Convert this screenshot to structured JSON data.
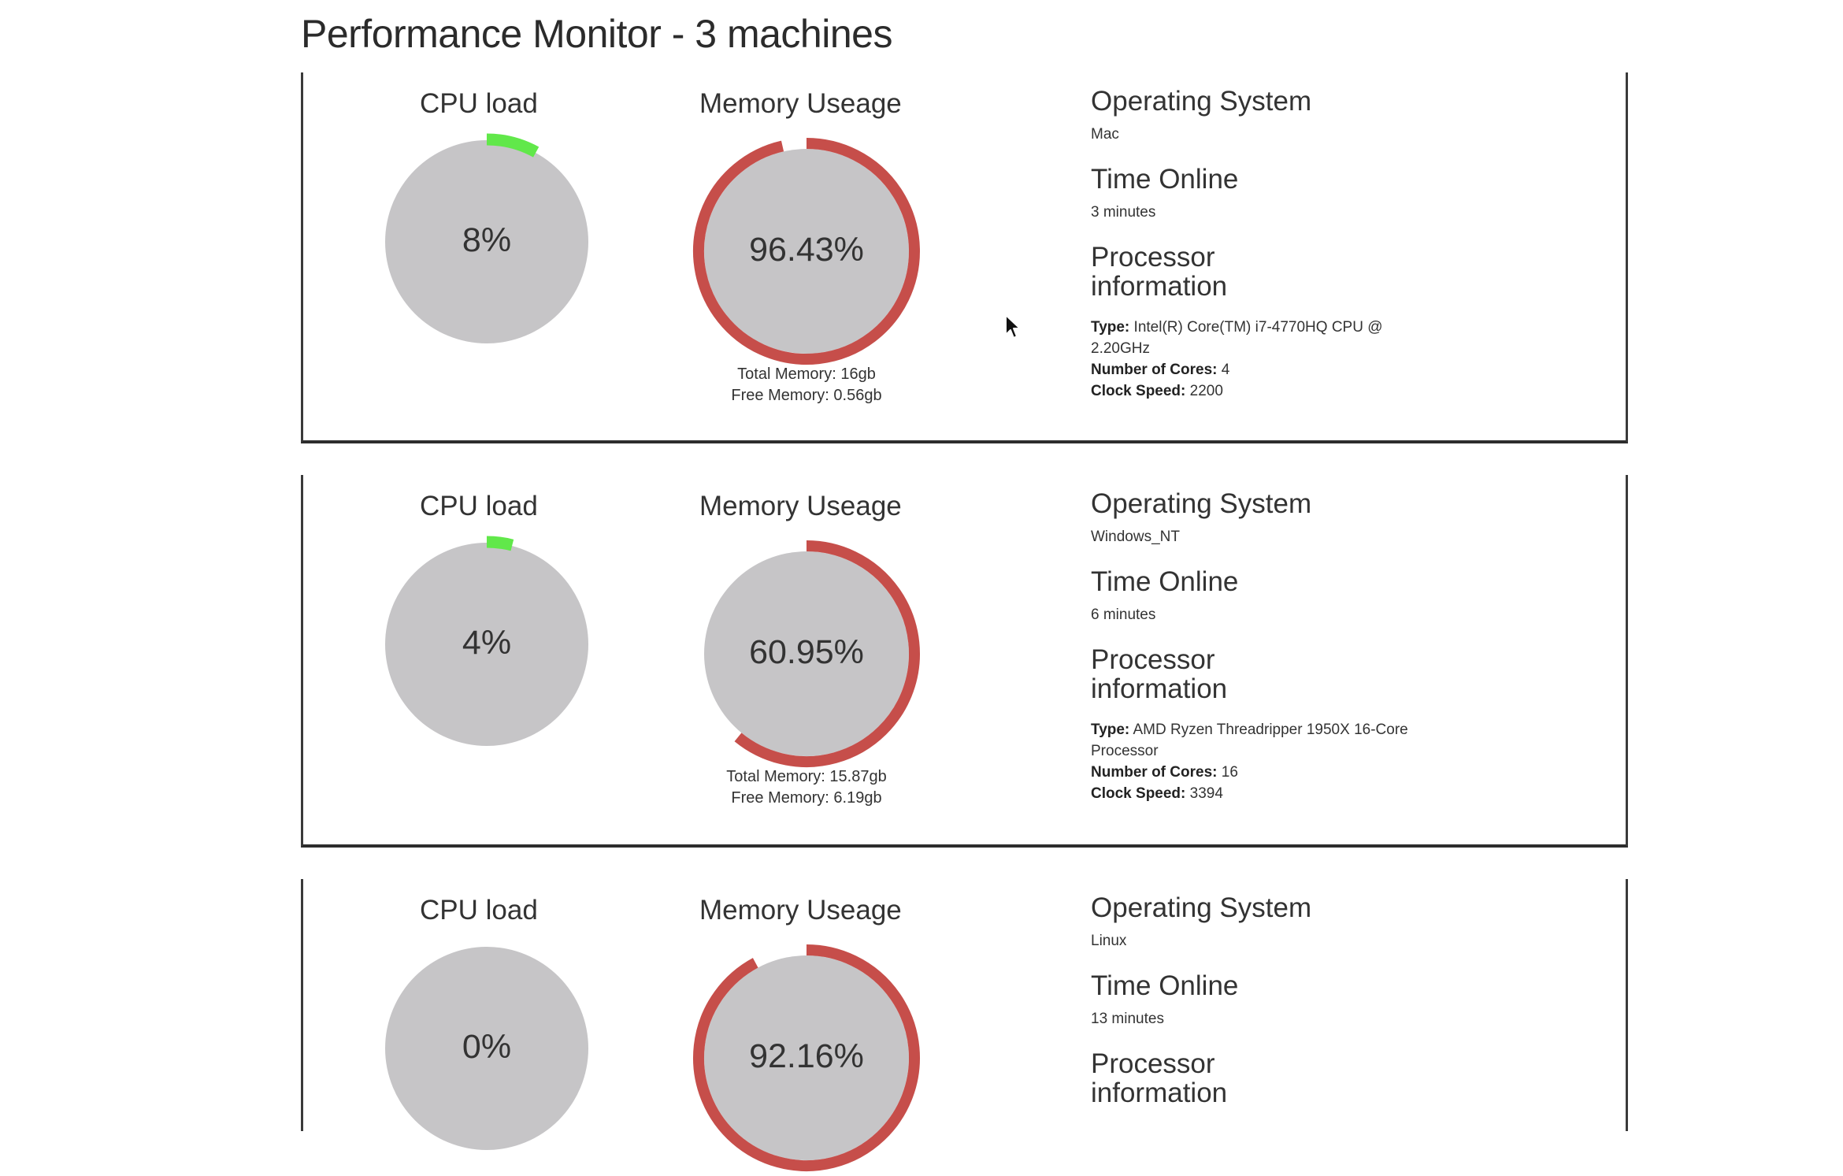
{
  "page": {
    "title": "Performance Monitor - 3 machines"
  },
  "labels": {
    "cpu_load": "CPU load",
    "memory_usage": "Memory Useage",
    "operating_system": "Operating System",
    "time_online": "Time Online",
    "processor_info": "Processor information",
    "type_label": "Type:",
    "cores_label": "Number of Cores:",
    "clock_label": "Clock Speed:",
    "total_memory_prefix": "Total Memory:",
    "free_memory_prefix": "Free Memory:"
  },
  "colors": {
    "gauge_fill": "#c6c5c7",
    "cpu_arc": "#61e84a",
    "memory_arc": "#c64e4a",
    "border": "#2d2d2d"
  },
  "icons": {
    "cursor": "mouse-pointer-icon"
  },
  "machines": [
    {
      "cpu_load": 0.08,
      "cpu_text": "8%",
      "memory_usage": 0.9643,
      "memory_text": "96.43%",
      "total_memory": "16gb",
      "free_memory": "0.56gb",
      "os": "Mac",
      "uptime": "3 minutes",
      "proc_type": "Intel(R) Core(TM) i7-4770HQ CPU @ 2.20GHz",
      "cores": "4",
      "clock_speed": "2200"
    },
    {
      "cpu_load": 0.04,
      "cpu_text": "4%",
      "memory_usage": 0.6095,
      "memory_text": "60.95%",
      "total_memory": "15.87gb",
      "free_memory": "6.19gb",
      "os": "Windows_NT",
      "uptime": "6 minutes",
      "proc_type": "AMD Ryzen Threadripper 1950X 16-Core Processor",
      "cores": "16",
      "clock_speed": "3394"
    },
    {
      "cpu_load": 0.0,
      "cpu_text": "0%",
      "memory_usage": 0.9216,
      "memory_text": "92.16%",
      "total_memory": "",
      "free_memory": "",
      "os": "Linux",
      "uptime": "13 minutes",
      "proc_type": "",
      "cores": "",
      "clock_speed": ""
    }
  ]
}
